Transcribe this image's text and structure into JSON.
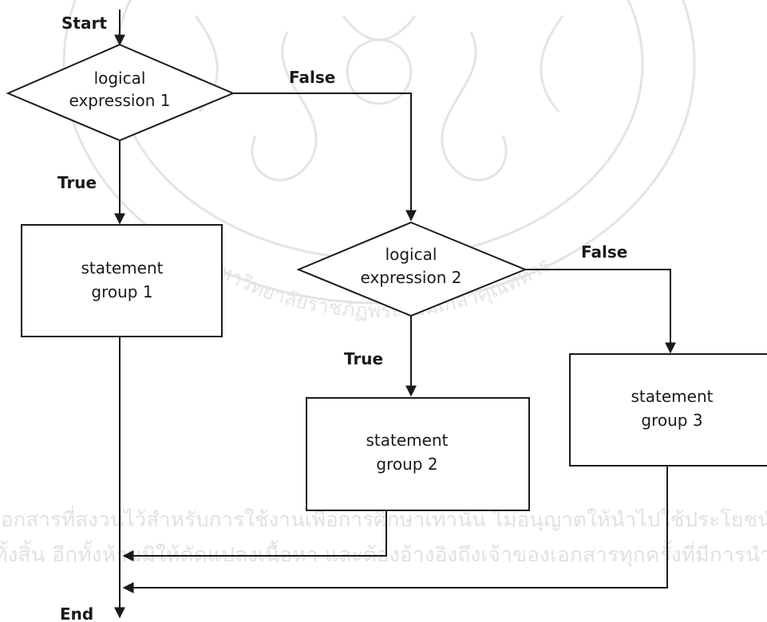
{
  "watermark": {
    "line1": "เอกสารที่สงวนไว้สำหรับการใช้งานเพื่อการศึกษาเท่านั้น ไม่อนุญาตให้นำไปใช้ประโยชน์",
    "line2": "ทั้งสิ้น อีกทั้งห้ามมิให้ดัดแปลงเนื้อหา และต้องอ้างอิงถึงเจ้าของเอกสารทุกครั้งที่มีการนำ",
    "seal_text": "มหาวิทยาลัยราชภัฏพระจอมเกล้าคุณทหาร",
    "color": "#c9c9c9"
  },
  "flow": {
    "start": "Start",
    "end": "End",
    "decision1": [
      "logical",
      "expression 1"
    ],
    "decision2": [
      "logical",
      "expression 2"
    ],
    "statement1": [
      "statement",
      "group 1"
    ],
    "statement2": [
      "statement",
      "group 2"
    ],
    "statement3": [
      "statement",
      "group 3"
    ],
    "true_label": "True",
    "false_label": "False"
  }
}
